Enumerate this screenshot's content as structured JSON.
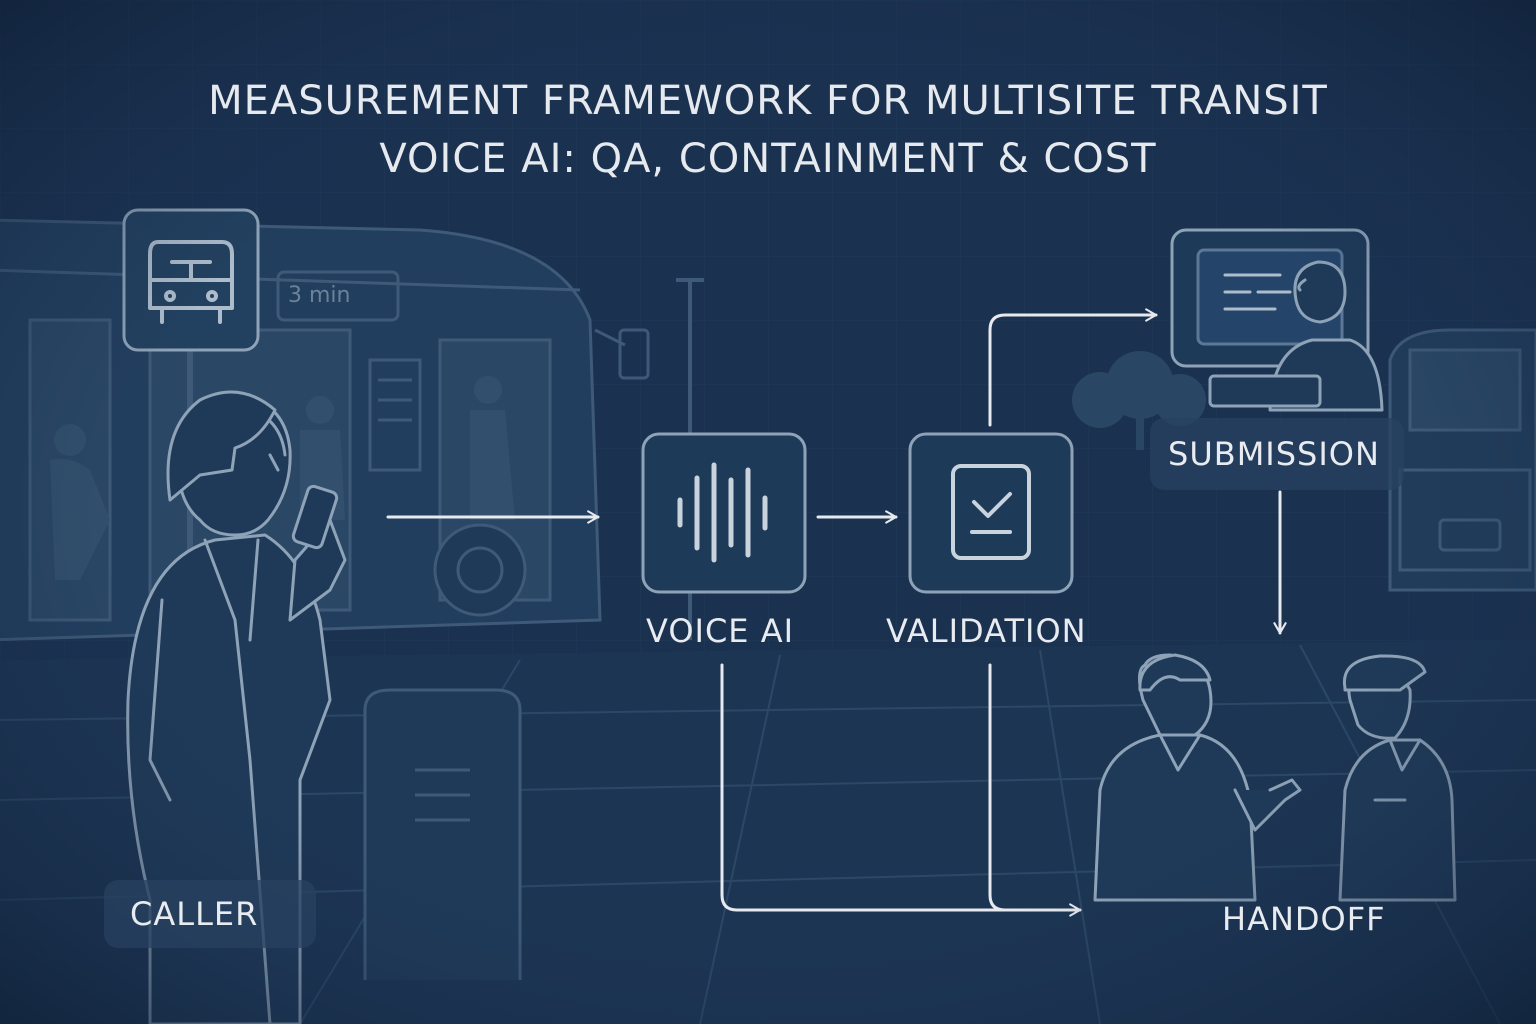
{
  "title": {
    "line1": "MEASUREMENT FRAMEWORK FOR MULTISITE TRANSIT",
    "line2": "VOICE AI: QA, CONTAINMENT & COST"
  },
  "scene": {
    "bus_sign": "3 min"
  },
  "nodes": {
    "caller": "CALLER",
    "voice_ai": "VOICE AI",
    "validation": "VALIDATION",
    "submission": "SUBMISSION",
    "handoff": "HANDOFF"
  },
  "icons": {
    "bus_stop": "bus-icon",
    "voice_ai": "sound-wave-icon",
    "validation": "checklist-icon",
    "submission": "monitor-agent-icon"
  },
  "colors": {
    "background": "#1a3150",
    "line_art": "#8fa3b8",
    "arrow": "#e6e9ed",
    "label": "#e8ebef"
  }
}
